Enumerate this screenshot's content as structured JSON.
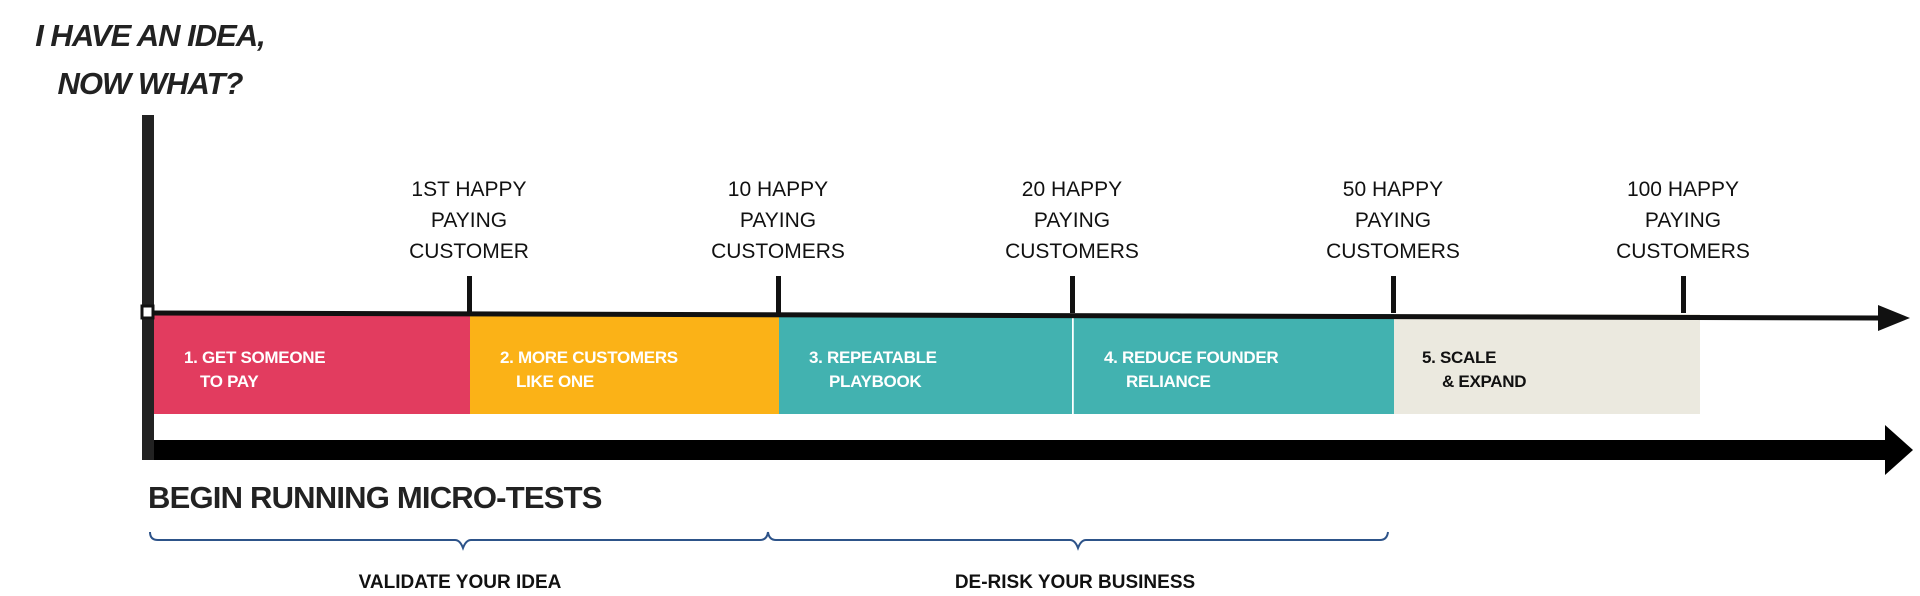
{
  "title": {
    "line1": "I HAVE AN IDEA,",
    "line2": "NOW WHAT?"
  },
  "milestones": [
    {
      "l1": "1ST HAPPY",
      "l2": "PAYING",
      "l3": "CUSTOMER"
    },
    {
      "l1": "10 HAPPY",
      "l2": "PAYING",
      "l3": "CUSTOMERS"
    },
    {
      "l1": "20 HAPPY",
      "l2": "PAYING",
      "l3": "CUSTOMERS"
    },
    {
      "l1": "50 HAPPY",
      "l2": "PAYING",
      "l3": "CUSTOMERS"
    },
    {
      "l1": "100 HAPPY",
      "l2": "PAYING",
      "l3": "CUSTOMERS"
    }
  ],
  "stages": [
    {
      "l1": "1. GET SOMEONE",
      "l2": "TO PAY",
      "color": "#e23c5f"
    },
    {
      "l1": "2. MORE CUSTOMERS",
      "l2": "LIKE ONE",
      "color": "#fbb217"
    },
    {
      "l1": "3. REPEATABLE",
      "l2": "PLAYBOOK",
      "color": "#42b2b0"
    },
    {
      "l1": "4. REDUCE FOUNDER",
      "l2": "RELIANCE",
      "color": "#42b2b0"
    },
    {
      "l1": "5. SCALE",
      "l2": "& EXPAND",
      "color": "#ebe9df"
    }
  ],
  "micro_tests": "BEGIN RUNNING MICRO-TESTS",
  "phases": [
    "VALIDATE YOUR IDEA",
    "DE-RISK YOUR BUSINESS"
  ],
  "colors": {
    "brace": "#2d5389",
    "axis": "#111111"
  }
}
